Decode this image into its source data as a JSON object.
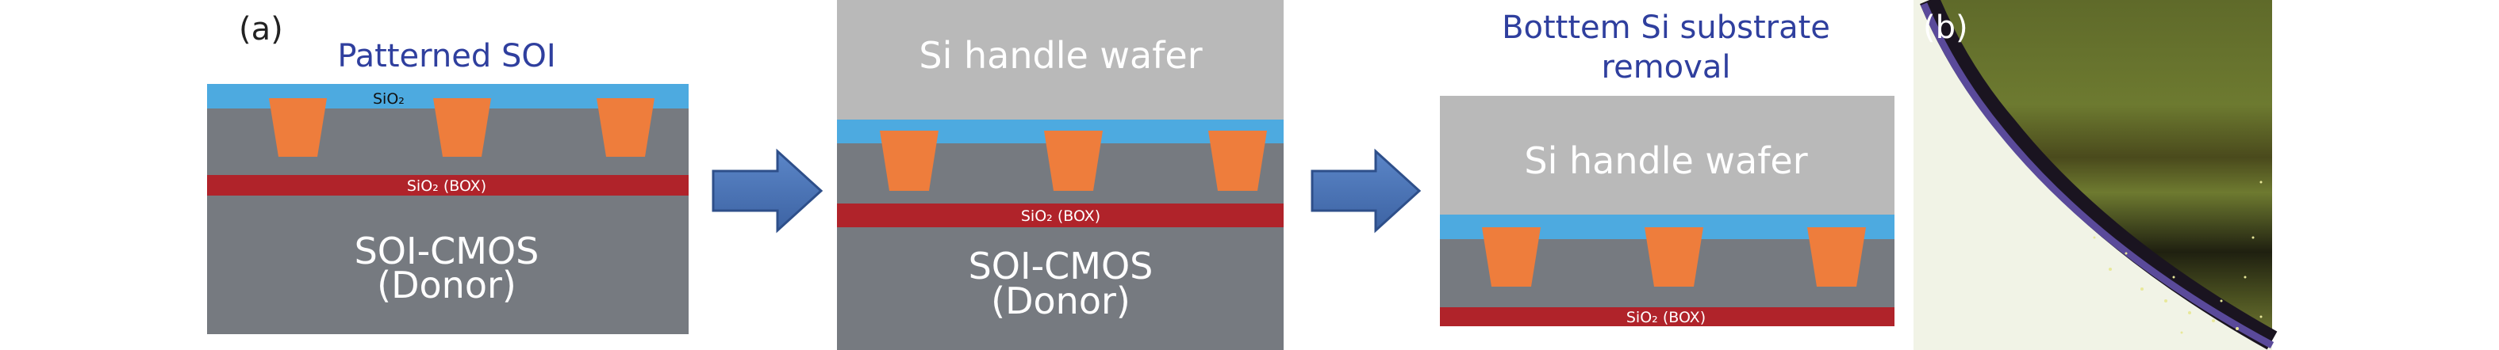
{
  "panel_a": {
    "label": "(a)",
    "step1": {
      "title": "Patterned SOI",
      "sio2": "SiO₂",
      "box": "SiO₂ (BOX)",
      "substrate_line1": "SOI-CMOS",
      "substrate_line2": "(Donor)"
    },
    "step2": {
      "handle": "Si handle wafer",
      "box": "SiO₂ (BOX)",
      "substrate_line1": "SOI-CMOS",
      "substrate_line2": "(Donor)"
    },
    "step3": {
      "title_line1": "Botttem Si substrate",
      "title_line2": "removal",
      "handle": "Si handle wafer",
      "box": "SiO₂ (BOX)"
    }
  },
  "panel_b": {
    "label": "(b)"
  },
  "colors": {
    "title": "#2f3f9e",
    "sio2": "#4daae0",
    "box": "#b0232a",
    "silicon": "#767a80",
    "handle": "#b9b9b9",
    "metal": "#ee7d3c",
    "arrow": "#4a72b5"
  }
}
